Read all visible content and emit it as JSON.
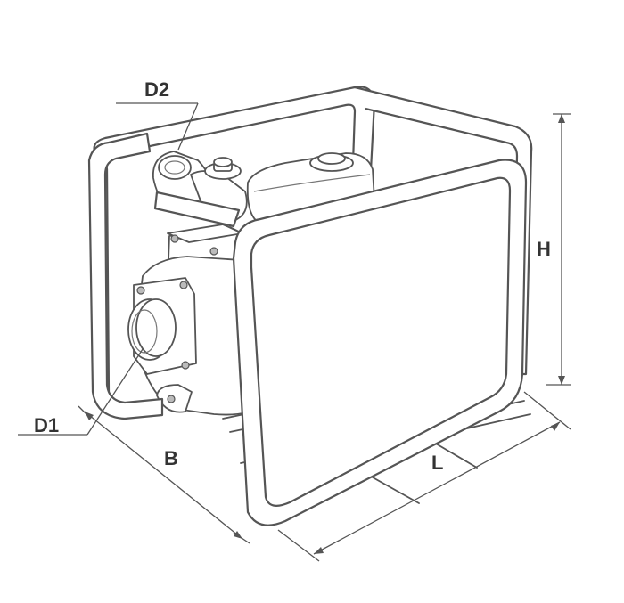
{
  "labels": {
    "d2": "D2",
    "d1": "D1",
    "h": "H",
    "b": "B",
    "l": "L"
  },
  "colors": {
    "line": "#555555",
    "text": "#333333",
    "background": "#ffffff"
  },
  "icons": {
    "main": "water-pump-drawing"
  }
}
